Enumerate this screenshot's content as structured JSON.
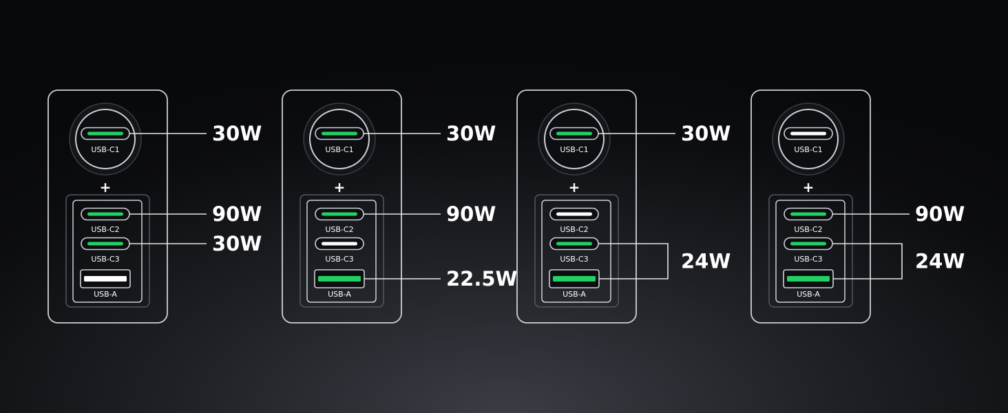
{
  "colors": {
    "active": "#22d164",
    "idle": "#ffffff",
    "outline": "#cfd1d6",
    "line": "#e6e6e6"
  },
  "plus_sign": "+",
  "configs": [
    {
      "ports": [
        {
          "label": "USB-C1",
          "active": true
        },
        {
          "label": "USB-C2",
          "active": true
        },
        {
          "label": "USB-C3",
          "active": true
        },
        {
          "label": "USB-A",
          "active": false
        }
      ],
      "callouts": [
        {
          "label": "30W",
          "ports": [
            0
          ]
        },
        {
          "label": "90W",
          "ports": [
            1
          ]
        },
        {
          "label": "30W",
          "ports": [
            2
          ]
        }
      ]
    },
    {
      "ports": [
        {
          "label": "USB-C1",
          "active": true
        },
        {
          "label": "USB-C2",
          "active": true
        },
        {
          "label": "USB-C3",
          "active": false
        },
        {
          "label": "USB-A",
          "active": true
        }
      ],
      "callouts": [
        {
          "label": "30W",
          "ports": [
            0
          ]
        },
        {
          "label": "90W",
          "ports": [
            1
          ]
        },
        {
          "label": "22.5W",
          "ports": [
            3
          ]
        }
      ]
    },
    {
      "ports": [
        {
          "label": "USB-C1",
          "active": true
        },
        {
          "label": "USB-C2",
          "active": false
        },
        {
          "label": "USB-C3",
          "active": true
        },
        {
          "label": "USB-A",
          "active": true
        }
      ],
      "callouts": [
        {
          "label": "30W",
          "ports": [
            0
          ]
        },
        {
          "label": "24W",
          "ports": [
            2,
            3
          ]
        }
      ]
    },
    {
      "ports": [
        {
          "label": "USB-C1",
          "active": false
        },
        {
          "label": "USB-C2",
          "active": true
        },
        {
          "label": "USB-C3",
          "active": true
        },
        {
          "label": "USB-A",
          "active": true
        }
      ],
      "callouts": [
        {
          "label": "90W",
          "ports": [
            1
          ]
        },
        {
          "label": "24W",
          "ports": [
            2,
            3
          ]
        }
      ]
    }
  ]
}
